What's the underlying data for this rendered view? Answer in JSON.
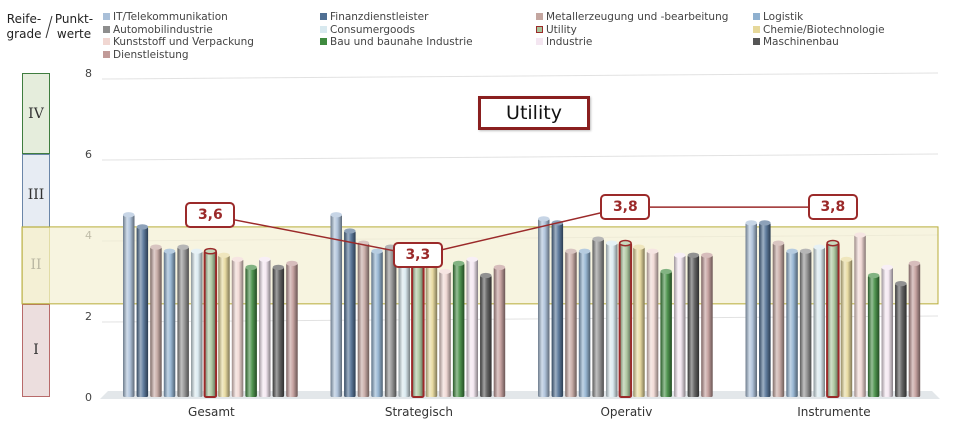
{
  "side_labels": {
    "levels": "Reife-\ngrade",
    "points": "Punkt-\nwerte"
  },
  "maturity_levels": [
    {
      "label": "IV",
      "from": 6,
      "to": 8,
      "color": "#3f7d3f",
      "fill": "#e5eddc"
    },
    {
      "label": "III",
      "from": 4,
      "to": 6,
      "color": "#6b86a8",
      "fill": "#e7ecf3"
    },
    {
      "label": "II",
      "from": 2.3,
      "to": 4.2,
      "color": "#b5ad3a",
      "fill": "#f4f1d9"
    },
    {
      "label": "I",
      "from": 0,
      "to": 2.3,
      "color": "#b86a6a",
      "fill": "#ecdede"
    }
  ],
  "chart_data": {
    "type": "bar",
    "title": "Utility",
    "categories": [
      "Gesamt",
      "Strategisch",
      "Operativ",
      "Instrumente"
    ],
    "ylim": [
      0,
      8
    ],
    "yticks": [
      0,
      2,
      4,
      6,
      8
    ],
    "grid": true,
    "legend_position": "top",
    "band": {
      "from": 2.3,
      "to": 4.2
    },
    "series": [
      {
        "name": "IT/Telekommunikation",
        "color": "#a9bfd8",
        "values": [
          4.5,
          4.5,
          4.4,
          4.3
        ]
      },
      {
        "name": "Finanzdienstleister",
        "color": "#4f6f93",
        "values": [
          4.2,
          4.1,
          4.3,
          4.3
        ]
      },
      {
        "name": "Metallerzeugung und -bearbeitung",
        "color": "#c4a6a0",
        "values": [
          3.7,
          3.8,
          3.6,
          3.8
        ]
      },
      {
        "name": "Logistik",
        "color": "#8fb0cf",
        "values": [
          3.6,
          3.6,
          3.6,
          3.6
        ]
      },
      {
        "name": "Automobilindustrie",
        "color": "#8e8e8e",
        "values": [
          3.7,
          3.7,
          3.9,
          3.6
        ]
      },
      {
        "name": "Consumergoods",
        "color": "#d8e9ef",
        "values": [
          3.6,
          3.6,
          3.8,
          3.7
        ]
      },
      {
        "name": "Utility",
        "color": "#a9c49b",
        "highlight": true,
        "values": [
          3.6,
          3.3,
          3.8,
          3.8
        ]
      },
      {
        "name": "Chemie/Biotechnologie",
        "color": "#e6d89a",
        "values": [
          3.5,
          3.4,
          3.7,
          3.4
        ]
      },
      {
        "name": "Kunststoff und Verpackung",
        "color": "#f1d7d2",
        "values": [
          3.4,
          3.1,
          3.6,
          4.0
        ]
      },
      {
        "name": "Bau und baunahe Industrie",
        "color": "#3f8a3f",
        "values": [
          3.2,
          3.3,
          3.1,
          3.0
        ]
      },
      {
        "name": "Industrie",
        "color": "#f4e6f1",
        "values": [
          3.4,
          3.4,
          3.5,
          3.2
        ]
      },
      {
        "name": "Maschinenbau",
        "color": "#555555",
        "values": [
          3.2,
          3.0,
          3.5,
          2.8
        ]
      },
      {
        "name": "Dienstleistung",
        "color": "#c19a98",
        "values": [
          3.3,
          3.2,
          3.5,
          3.3
        ]
      }
    ],
    "highlight_series": "Utility",
    "data_labels": [
      "3,6",
      "3,3",
      "3,8",
      "3,8"
    ]
  }
}
